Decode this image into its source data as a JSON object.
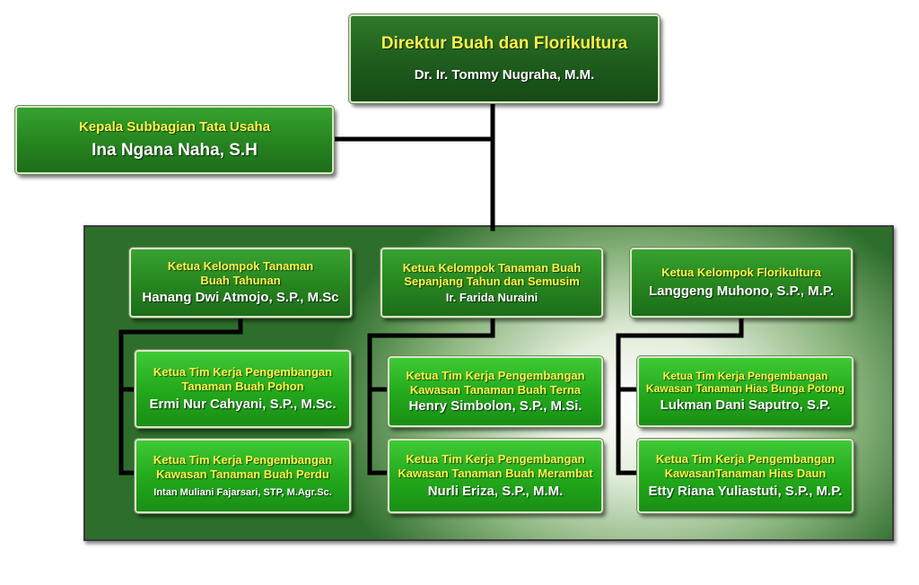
{
  "director": {
    "role": "Direktur Buah dan Florikultura",
    "name": "Dr. Ir. Tommy Nugraha, M.M."
  },
  "admin": {
    "role": "Kepala Subbagian Tata Usaha",
    "name": "Ina Ngana Naha, S.H"
  },
  "groups": [
    {
      "role_line1": "Ketua Kelompok Tanaman",
      "role_line2": "Buah Tahunan",
      "name": "Hanang Dwi Atmojo, S.P., M.Sc",
      "teams": [
        {
          "role_line1": "Ketua Tim Kerja Pengembangan",
          "role_line2": "Tanaman Buah Pohon",
          "name": "Ermi Nur Cahyani, S.P., M.Sc."
        },
        {
          "role_line1": "Ketua Tim Kerja Pengembangan",
          "role_line2": "Kawasan Tanaman Buah Perdu",
          "name": "Intan Muliani Fajarsari, STP, M.Agr.Sc."
        }
      ]
    },
    {
      "role_line1": "Ketua Kelompok Tanaman Buah",
      "role_line2": "Sepanjang Tahun dan Semusim",
      "name": "Ir. Farida Nuraini",
      "teams": [
        {
          "role_line1": "Ketua Tim Kerja Pengembangan",
          "role_line2": "Kawasan Tanaman Buah Terna",
          "name": "Henry Simbolon, S.P., M.Si."
        },
        {
          "role_line1": "Ketua Tim Kerja Pengembangan",
          "role_line2": "Kawasan Tanaman Buah Merambat",
          "name": "Nurli Eriza, S.P., M.M."
        }
      ]
    },
    {
      "role_line1": "Ketua Kelompok Florikultura",
      "role_line2": "",
      "name": "Langgeng Muhono, S.P., M.P.",
      "teams": [
        {
          "role_line1": "Ketua Tim Kerja Pengembangan",
          "role_line2": "Kawasan Tanaman Hias Bunga Potong",
          "name": "Lukman Dani Saputro, S.P."
        },
        {
          "role_line1": "Ketua Tim Kerja Pengembangan",
          "role_line2": "KawasanTanaman Hias Daun",
          "name": "Etty Riana Yuliastuti, S.P., M.P."
        }
      ]
    }
  ]
}
